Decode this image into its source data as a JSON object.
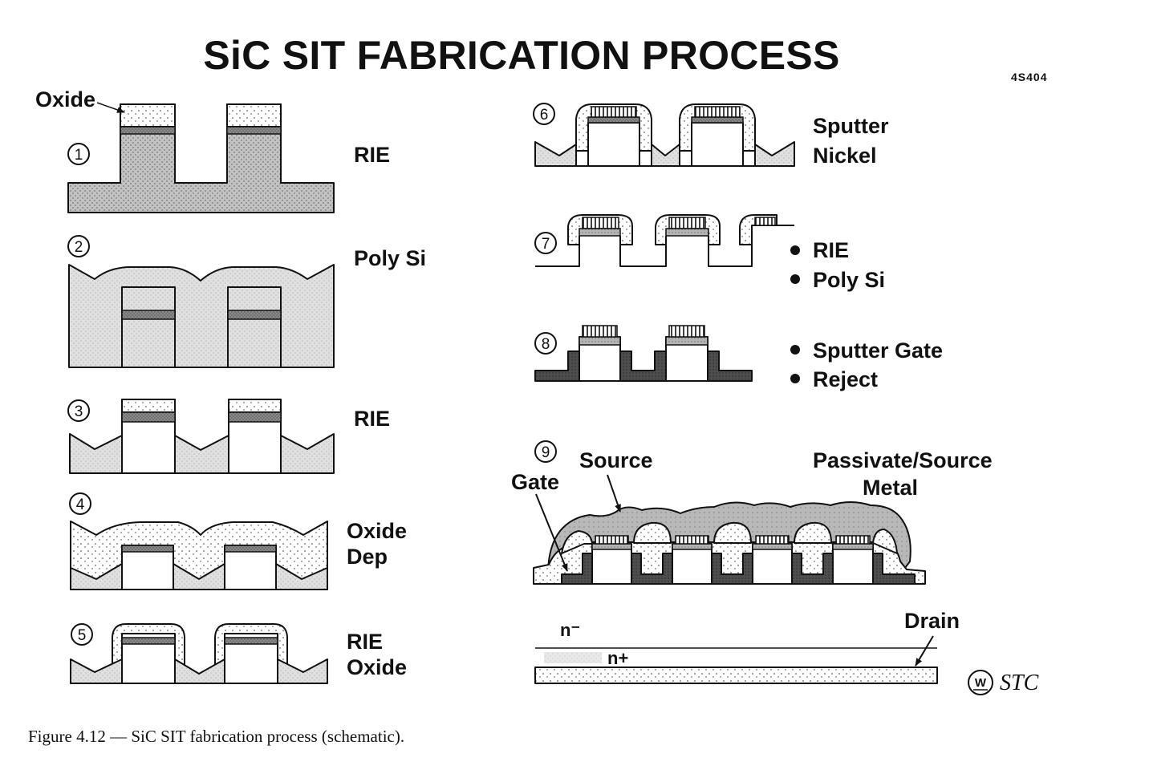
{
  "title": "SiC SIT FABRICATION PROCESS",
  "figure_code": "4S404",
  "oxide_callout": "Oxide",
  "steps": [
    {
      "number": "1",
      "labels": [
        "RIE"
      ]
    },
    {
      "number": "2",
      "labels": [
        "Poly Si"
      ]
    },
    {
      "number": "3",
      "labels": [
        "RIE"
      ]
    },
    {
      "number": "4",
      "labels": [
        "Oxide",
        "Dep"
      ]
    },
    {
      "number": "5",
      "labels": [
        "RIE",
        "Oxide"
      ]
    },
    {
      "number": "6",
      "labels": [
        "Sputter",
        "Nickel"
      ]
    },
    {
      "number": "7",
      "bullets": [
        "RIE",
        "Poly Si"
      ]
    },
    {
      "number": "8",
      "bullets": [
        "Sputter Gate",
        "Reject"
      ]
    },
    {
      "number": "9",
      "annotations": {
        "source": "Source",
        "gate": "Gate",
        "passivate": "Passivate/Source",
        "metal": "Metal"
      }
    }
  ],
  "layers": {
    "n_minus": "n⁻",
    "n_plus": "n+",
    "drain": "Drain"
  },
  "logo": {
    "emblem": "W",
    "text": "STC"
  },
  "caption": "Figure 4.12 — SiC SIT fabrication process (schematic)."
}
